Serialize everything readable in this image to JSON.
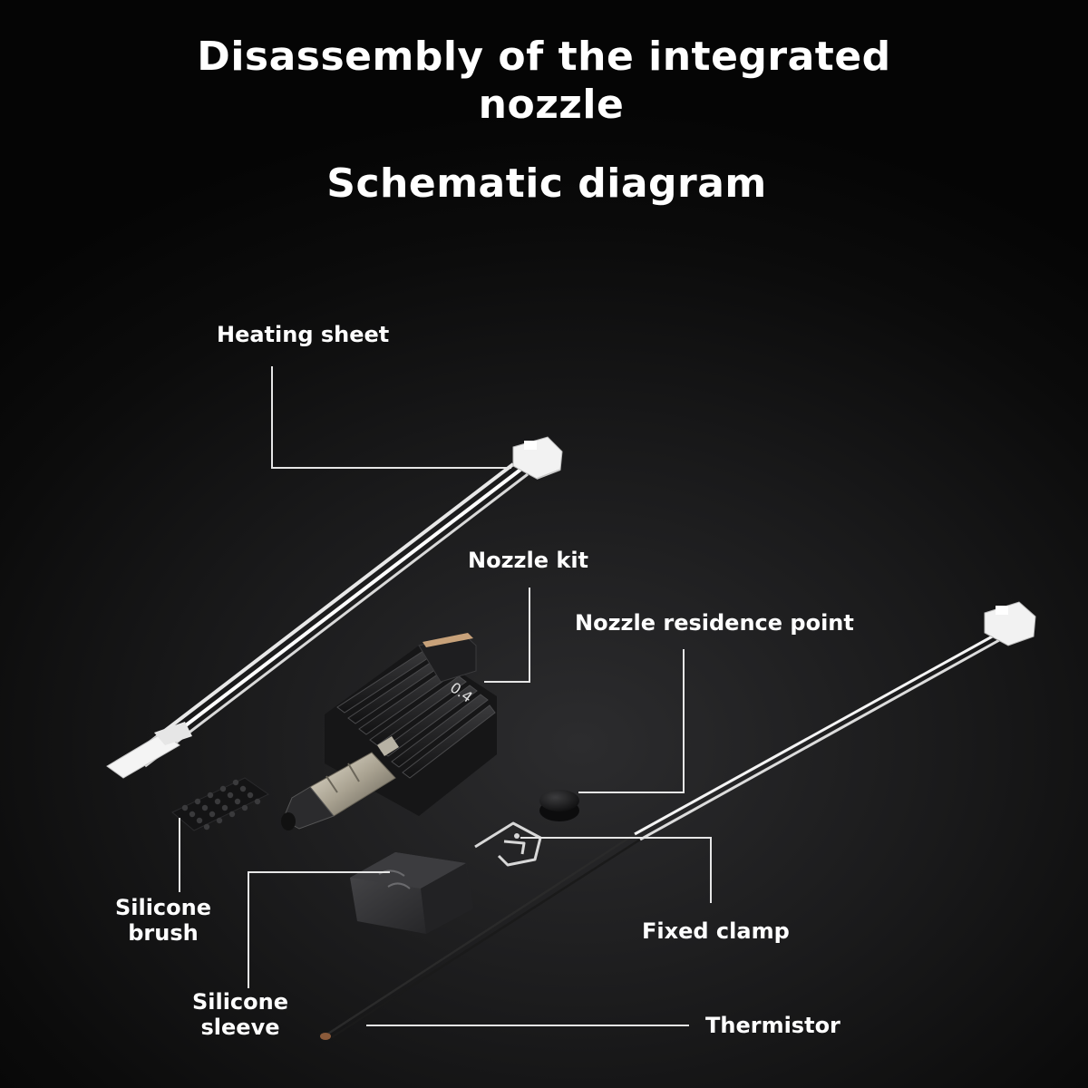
{
  "title": {
    "line1": "Disassembly of the integrated",
    "line2": "nozzle",
    "subtitle": "Schematic diagram"
  },
  "labels": {
    "heating_sheet": "Heating sheet",
    "nozzle_kit": "Nozzle kit",
    "nozzle_residence_point": "Nozzle residence point",
    "silicone_brush_line1": "Silicone",
    "silicone_brush_line2": "brush",
    "fixed_clamp": "Fixed clamp",
    "silicone_sleeve_line1": "Silicone",
    "silicone_sleeve_line2": "sleeve",
    "thermistor": "Thermistor"
  },
  "parts": {
    "nozzle_size_marking": "0.4"
  },
  "colors": {
    "background": "#050505",
    "text": "#ffffff",
    "leader_line": "#e6e6e6",
    "heatsink": "#1c1c1e",
    "wire": "#f2f2f2"
  }
}
